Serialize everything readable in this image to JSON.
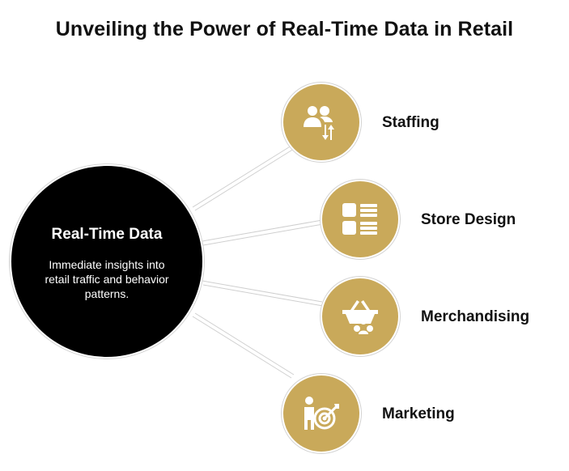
{
  "title": "Unveiling the Power of Real-Time Data in Retail",
  "hub": {
    "title": "Real-Time Data",
    "description": "Immediate insights into retail traffic and behavior patterns."
  },
  "branches": [
    {
      "label": "Staffing",
      "icon": "staff-transfer-icon"
    },
    {
      "label": "Store Design",
      "icon": "layout-icon"
    },
    {
      "label": "Merchandising",
      "icon": "basket-icon"
    },
    {
      "label": "Marketing",
      "icon": "target-person-icon"
    }
  ],
  "colors": {
    "node": "#c9a95a",
    "hub": "#000000",
    "connector": "#c8c8c8",
    "text": "#111111"
  }
}
